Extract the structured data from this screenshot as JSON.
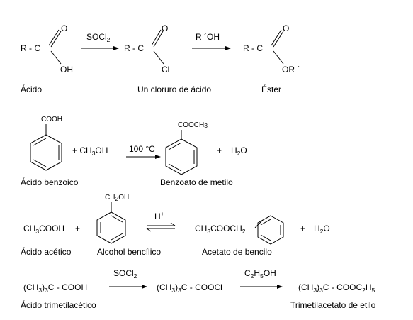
{
  "rows": {
    "r1": {
      "reactant": {
        "r": "R - C",
        "o": "O",
        "oh": "OH",
        "caption": "Ácido"
      },
      "arrow1": {
        "main": "SOCl",
        "sub": "2"
      },
      "middle": {
        "r": "R - C",
        "o": "O",
        "cl": "Cl",
        "caption": "Un cloruro de ácido"
      },
      "arrow2": {
        "label": "R ´OH"
      },
      "product": {
        "r": "R - C",
        "o": "O",
        "or": "OR ´",
        "caption": "Éster"
      }
    },
    "r2": {
      "reactant": {
        "group": "COOH",
        "caption": "Ácido benzoico"
      },
      "plus1": "+ CH",
      "ch3oh_sub": "3",
      "ch3oh_rest": "OH",
      "arrow": {
        "label": "100 °C"
      },
      "product": {
        "group_main": "COOCH",
        "group_sub": "3",
        "caption": "Benzoato de metilo"
      },
      "plus2": "+",
      "water_h": "H",
      "water_sub": "2",
      "water_o": "O"
    },
    "r3": {
      "reactant": {
        "ch": "CH",
        "sub": "3",
        "rest": "COOH",
        "plus": "+",
        "caption": "Ácido acético"
      },
      "alcohol": {
        "group_main": "CH",
        "group_sub": "2",
        "group_rest": "OH",
        "caption": "Alcohol bencílico"
      },
      "arrow": {
        "main": "H",
        "sup": "+"
      },
      "product": {
        "a": "CH",
        "a_sub": "3",
        "b": "COOCH",
        "b_sub": "2",
        "caption": "Acetato de bencilo"
      },
      "plus2": "+",
      "water_h": "H",
      "water_sub": "2",
      "water_o": "O"
    },
    "r4": {
      "reactant": {
        "open": "(CH",
        "sub1": "3",
        "mid": ")",
        "sub2": "3",
        "rest": "C - COOH",
        "caption": "Ácido trimetilacético"
      },
      "arrow1": {
        "main": "SOCl",
        "sub": "2"
      },
      "middle": {
        "open": "(CH",
        "sub1": "3",
        "mid": ")",
        "sub2": "3",
        "rest": "C - COOCl"
      },
      "arrow2": {
        "a": "C",
        "a_sub": "2",
        "b": "H",
        "b_sub": "5",
        "c": "OH"
      },
      "product": {
        "open": "(CH",
        "sub1": "3",
        "mid": ")",
        "sub2": "3",
        "rest": "C - COOC",
        "sub3": "2",
        "end": "H",
        "sub4": "5",
        "caption": "Trimetilacetato de etilo"
      }
    }
  }
}
